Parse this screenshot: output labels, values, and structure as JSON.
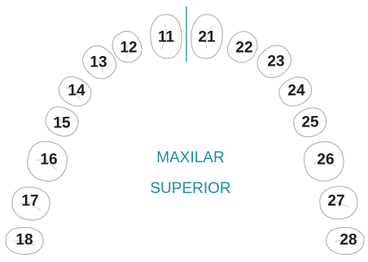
{
  "title_line1": "MAXILAR",
  "title_line2": "SUPERIOR",
  "colors": {
    "accent": "#1a8fa0",
    "outline": "#a9a9a9",
    "number": "#1e1e1e"
  },
  "teeth": [
    {
      "number": "18",
      "side": "right"
    },
    {
      "number": "17",
      "side": "right"
    },
    {
      "number": "16",
      "side": "right"
    },
    {
      "number": "15",
      "side": "right"
    },
    {
      "number": "14",
      "side": "right"
    },
    {
      "number": "13",
      "side": "right"
    },
    {
      "number": "12",
      "side": "right"
    },
    {
      "number": "11",
      "side": "right"
    },
    {
      "number": "21",
      "side": "left"
    },
    {
      "number": "22",
      "side": "left"
    },
    {
      "number": "23",
      "side": "left"
    },
    {
      "number": "24",
      "side": "left"
    },
    {
      "number": "25",
      "side": "left"
    },
    {
      "number": "26",
      "side": "left"
    },
    {
      "number": "27",
      "side": "left"
    },
    {
      "number": "28",
      "side": "left"
    }
  ]
}
